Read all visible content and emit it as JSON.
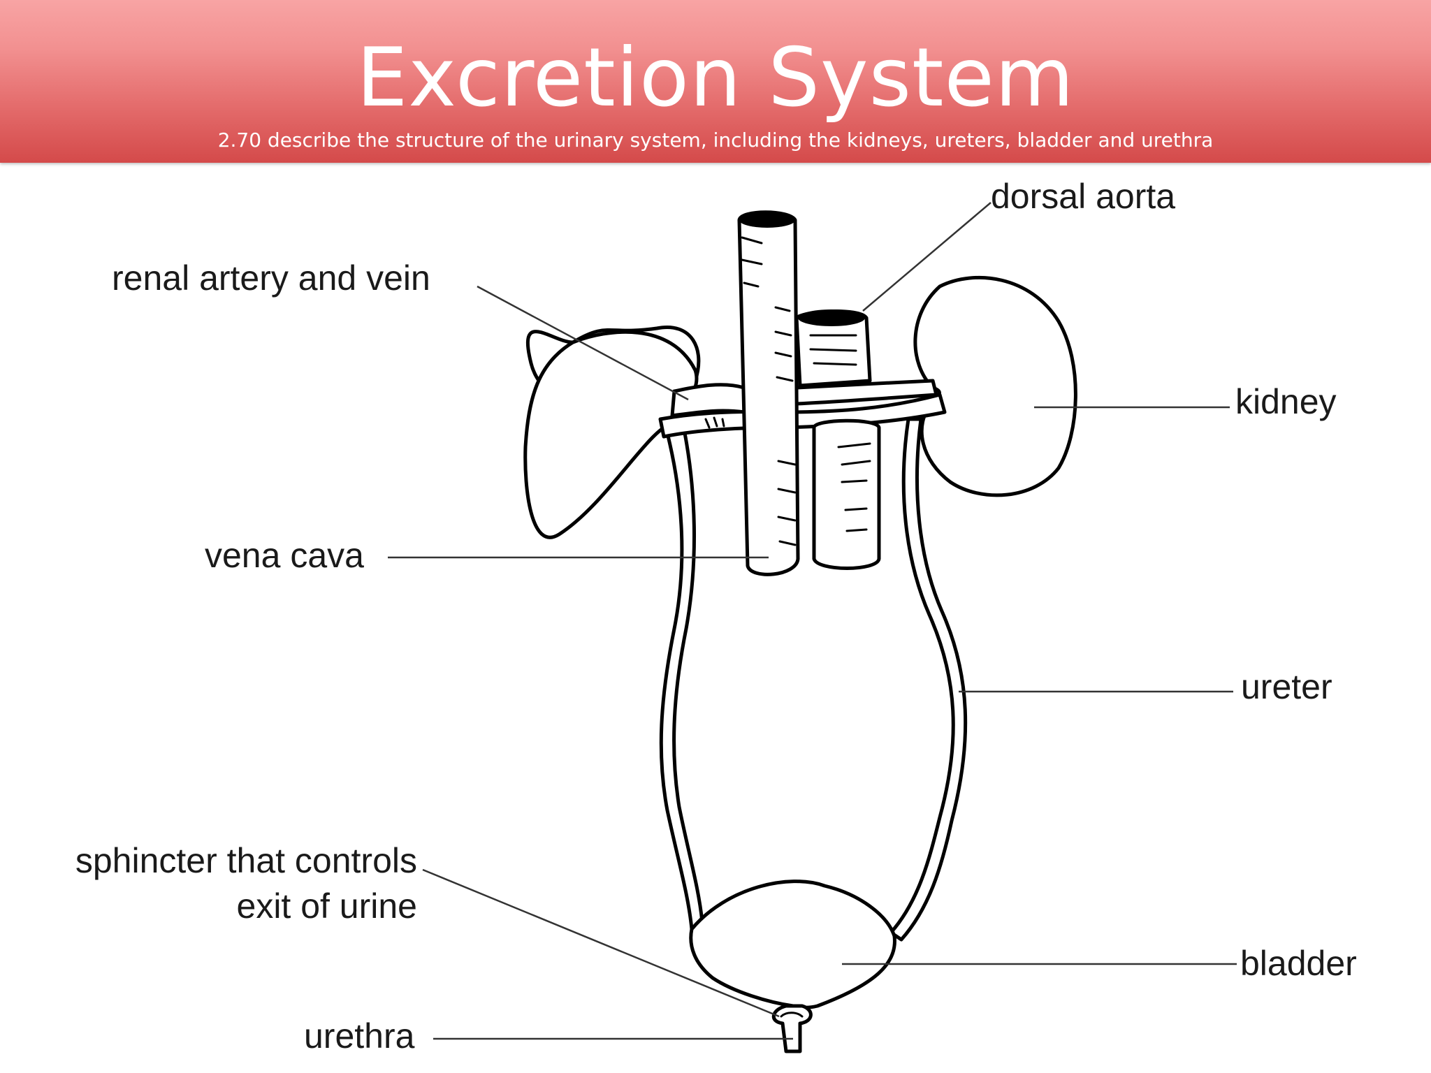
{
  "header": {
    "title": "Excretion System",
    "subtitle": "2.70 describe the structure of the urinary system, including the kidneys, ureters, bladder and urethra"
  },
  "labels": {
    "dorsal_aorta": "dorsal aorta",
    "renal_artery_vein": "renal artery and vein",
    "kidney": "kidney",
    "vena_cava": "vena cava",
    "ureter": "ureter",
    "sphincter_line1": "sphincter that controls",
    "sphincter_line2": "exit of urine",
    "bladder": "bladder",
    "urethra": "urethra"
  },
  "colors": {
    "header_top": "#f8a4a4",
    "header_bottom": "#d44a4a",
    "title_text": "#ffffff",
    "line_art": "#000000"
  }
}
